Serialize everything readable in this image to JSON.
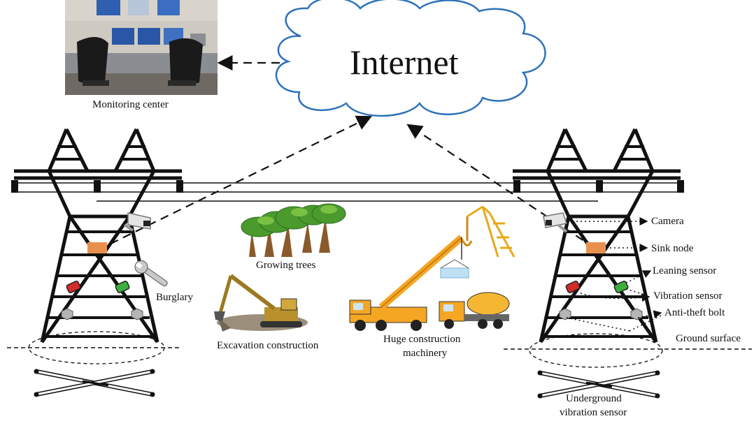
{
  "internet": {
    "label": "Internet"
  },
  "monitoring_center": {
    "label": "Monitoring center"
  },
  "scene_labels": {
    "growing_trees": "Growing trees",
    "burglary": "Burglary",
    "excavation": "Excavation construction",
    "machinery_line1": "Huge construction",
    "machinery_line2": "machinery"
  },
  "sensor_labels": {
    "camera": "Camera",
    "sink_node": "Sink node",
    "leaning_sensor": "Leaning sensor",
    "vibration_sensor": "Vibration sensor",
    "anti_theft_bolt": "Anti-theft bolt",
    "ground_surface": "Ground surface",
    "underground_line1": "Underground",
    "underground_line2": "vibration sensor"
  },
  "colors": {
    "cloud_stroke": "#2e72b8",
    "sink_node": "#e8914f",
    "leaning_sensor": "#d42b2b",
    "vibration_sensor": "#3fae3f",
    "tree_foliage": "#4a9a2e",
    "crane": "#f5a623",
    "tower": "#111111"
  }
}
